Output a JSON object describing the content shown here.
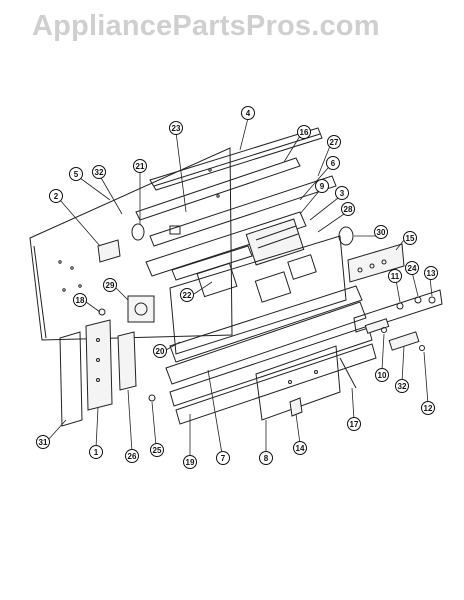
{
  "watermark": "AppliancePartsPros.com",
  "callouts": [
    {
      "id": "c4",
      "label": "4"
    },
    {
      "id": "c23",
      "label": "23"
    },
    {
      "id": "c16",
      "label": "16"
    },
    {
      "id": "c27",
      "label": "27"
    },
    {
      "id": "c21",
      "label": "21"
    },
    {
      "id": "c5",
      "label": "5"
    },
    {
      "id": "c32a",
      "label": "32"
    },
    {
      "id": "c6",
      "label": "6"
    },
    {
      "id": "c9",
      "label": "9"
    },
    {
      "id": "c3",
      "label": "3"
    },
    {
      "id": "c2",
      "label": "2"
    },
    {
      "id": "c28",
      "label": "28"
    },
    {
      "id": "c30",
      "label": "30"
    },
    {
      "id": "c15",
      "label": "15"
    },
    {
      "id": "c22",
      "label": "22"
    },
    {
      "id": "c29",
      "label": "29"
    },
    {
      "id": "c11",
      "label": "11"
    },
    {
      "id": "c24",
      "label": "24"
    },
    {
      "id": "c13",
      "label": "13"
    },
    {
      "id": "c18",
      "label": "18"
    },
    {
      "id": "c20",
      "label": "20"
    },
    {
      "id": "c10",
      "label": "10"
    },
    {
      "id": "c32b",
      "label": "32"
    },
    {
      "id": "c12",
      "label": "12"
    },
    {
      "id": "c31",
      "label": "31"
    },
    {
      "id": "c1",
      "label": "1"
    },
    {
      "id": "c26",
      "label": "26"
    },
    {
      "id": "c25",
      "label": "25"
    },
    {
      "id": "c19",
      "label": "19"
    },
    {
      "id": "c7",
      "label": "7"
    },
    {
      "id": "c8",
      "label": "8"
    },
    {
      "id": "c14",
      "label": "14"
    },
    {
      "id": "c17",
      "label": "17"
    }
  ]
}
